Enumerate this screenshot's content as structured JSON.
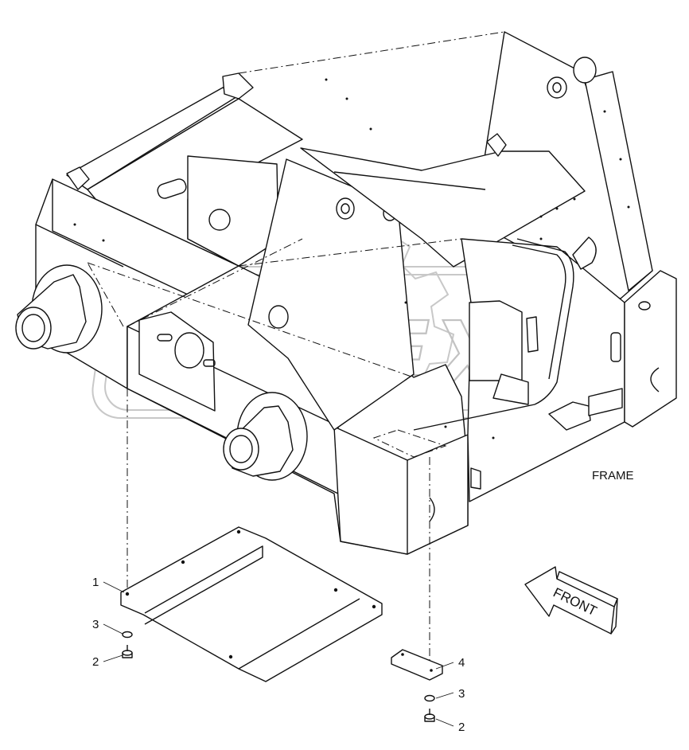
{
  "labels": {
    "frame": "FRAME",
    "front": "FRONT"
  },
  "watermark": {
    "text": "OPEX"
  },
  "callouts": [
    {
      "id": "c1",
      "num": "1"
    },
    {
      "id": "c3a",
      "num": "3"
    },
    {
      "id": "c2a",
      "num": "2"
    },
    {
      "id": "c4",
      "num": "4"
    },
    {
      "id": "c3b",
      "num": "3"
    },
    {
      "id": "c2b",
      "num": "2"
    }
  ]
}
